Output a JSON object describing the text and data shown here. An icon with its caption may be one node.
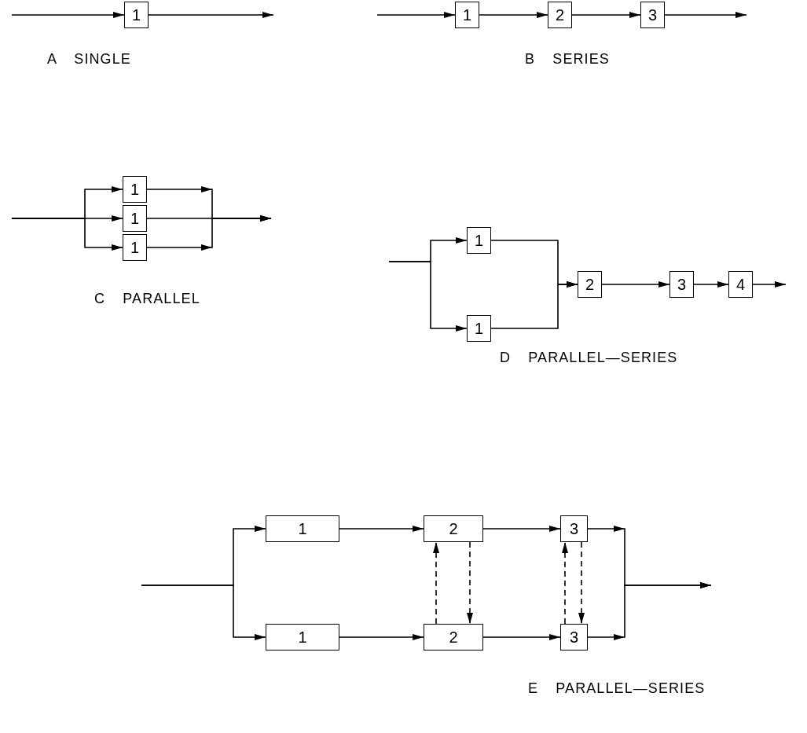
{
  "diagram": {
    "nodes": [
      {
        "text": [
          "1"
        ]
      },
      {
        "text": [
          "1"
        ]
      },
      {
        "text": [
          "2"
        ]
      },
      {
        "text": [
          "3"
        ]
      },
      {
        "text": [
          "1"
        ]
      },
      {
        "text": [
          "1"
        ]
      },
      {
        "text": [
          "1"
        ]
      },
      {
        "text": [
          "1"
        ]
      },
      {
        "text": [
          "1"
        ]
      },
      {
        "text": [
          "2"
        ]
      },
      {
        "text": [
          "3"
        ]
      },
      {
        "text": [
          "4"
        ]
      },
      {
        "text": [
          "1"
        ]
      },
      {
        "text": [
          "2"
        ]
      },
      {
        "text": [
          "3"
        ]
      },
      {
        "text": [
          "1"
        ]
      },
      {
        "text": [
          "2"
        ]
      },
      {
        "text": [
          "3"
        ]
      }
    ],
    "edges": [
      {
        "from": null,
        "to": 0,
        "arrow": "to"
      },
      {
        "from": 0,
        "to": null,
        "arrow": "to"
      },
      {
        "from": null,
        "to": 1,
        "arrow": "to"
      },
      {
        "from": 1,
        "to": 2,
        "arrow": "to"
      },
      {
        "from": 2,
        "to": 3,
        "arrow": "to"
      },
      {
        "from": 3,
        "to": null,
        "arrow": "to"
      },
      {
        "from": null,
        "to": 4,
        "arrow": "to"
      },
      {
        "from": null,
        "to": 5,
        "arrow": "to"
      },
      {
        "from": null,
        "to": 6,
        "arrow": "to"
      },
      {
        "from": 4,
        "to": null,
        "arrow": "to"
      },
      {
        "from": 5,
        "to": null,
        "arrow": "to"
      },
      {
        "from": 6,
        "to": null,
        "arrow": "to"
      },
      {
        "from": null,
        "to": 7,
        "arrow": "to"
      },
      {
        "from": null,
        "to": 8,
        "arrow": "to"
      },
      {
        "from": 7,
        "to": 9,
        "arrow": "to"
      },
      {
        "from": 8,
        "to": 9,
        "arrow": "to"
      },
      {
        "from": 9,
        "to": 10,
        "arrow": "to"
      },
      {
        "from": 10,
        "to": 11,
        "arrow": "to"
      },
      {
        "from": 11,
        "to": null,
        "arrow": "to"
      },
      {
        "from": null,
        "to": 12,
        "arrow": "to"
      },
      {
        "from": null,
        "to": 15,
        "arrow": "to"
      },
      {
        "from": 12,
        "to": 13,
        "arrow": "to"
      },
      {
        "from": 15,
        "to": 16,
        "arrow": "to"
      },
      {
        "from": 13,
        "to": 14,
        "arrow": "to"
      },
      {
        "from": 16,
        "to": 17,
        "arrow": "to"
      },
      {
        "from": 16,
        "to": 13,
        "arrow": "to",
        "style": "dashed"
      },
      {
        "from": 13,
        "to": 16,
        "arrow": "to",
        "style": "dashed"
      },
      {
        "from": 17,
        "to": 14,
        "arrow": "to",
        "style": "dashed"
      },
      {
        "from": 14,
        "to": 17,
        "arrow": "to",
        "style": "dashed"
      },
      {
        "from": 14,
        "to": null,
        "arrow": "to"
      },
      {
        "from": 17,
        "to": null,
        "arrow": "to"
      }
    ],
    "labels": [
      "A SINGLE",
      "B SERIES",
      "C PARALLEL",
      "D PARALLEL—SERIES",
      "E PARALLEL—SERIES"
    ]
  }
}
